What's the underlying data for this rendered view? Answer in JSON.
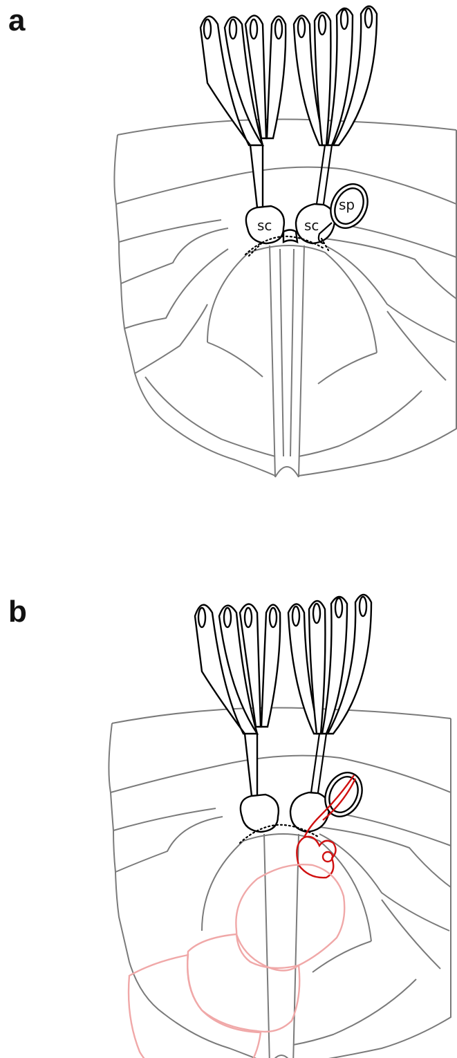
{
  "panels": [
    {
      "letter": "a",
      "labels": {
        "sc_left": "sc",
        "sc_right": "sc",
        "sp": "sp"
      }
    },
    {
      "letter": "b"
    }
  ]
}
